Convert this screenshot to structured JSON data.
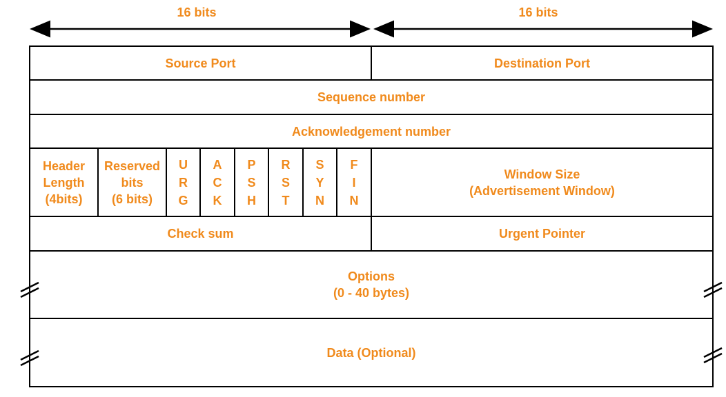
{
  "top_widths": {
    "left": "16 bits",
    "right": "16 bits"
  },
  "row1": {
    "source_port": "Source Port",
    "destination_port": "Destination Port"
  },
  "row2": {
    "sequence": "Sequence number"
  },
  "row3": {
    "ack": "Acknowledgement number"
  },
  "row4": {
    "header_length": [
      "Header",
      "Length",
      "(4bits)"
    ],
    "reserved": [
      "Reserved",
      "bits",
      "(6 bits)"
    ],
    "flags": [
      [
        "U",
        "R",
        "G"
      ],
      [
        "A",
        "C",
        "K"
      ],
      [
        "P",
        "S",
        "H"
      ],
      [
        "R",
        "S",
        "T"
      ],
      [
        "S",
        "Y",
        "N"
      ],
      [
        "F",
        "I",
        "N"
      ]
    ],
    "window_size": [
      "Window Size",
      "(Advertisement Window)"
    ]
  },
  "row5": {
    "checksum": "Check sum",
    "urgent": "Urgent Pointer"
  },
  "row6": {
    "options": [
      "Options",
      "(0 - 40 bytes)"
    ]
  },
  "row7": {
    "data": "Data (Optional)"
  },
  "colors": {
    "label": "#f08a1c",
    "line": "#000000"
  }
}
